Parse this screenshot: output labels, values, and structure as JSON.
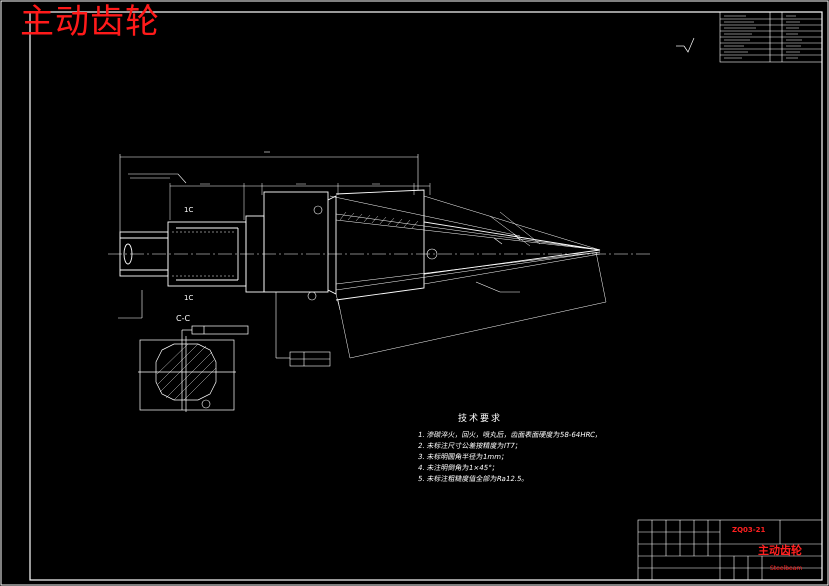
{
  "title": "主动齿轮",
  "technical_requirements": {
    "heading": "技术要求",
    "lines": [
      "1. 渗碳淬火，回火，喷丸后，齿面表面硬度为58-64HRC，",
      "2. 未标注尺寸公差按精度为IT7；",
      "3. 未标明圆角半径为1mm；",
      "4. 未注明倒角为1×45°；",
      "5. 未标注粗糙度值全部为Ra12.5。"
    ]
  },
  "title_block": {
    "drawing_name": "主动齿轮",
    "red_code": "ZQ03-21",
    "footer_red": "Steelbeam"
  },
  "section_label": "C-C",
  "cut_marks": [
    "1C",
    "1C"
  ],
  "colors": {
    "background": "#000000",
    "lines": "#ffffff",
    "highlight": "#ff2020"
  }
}
